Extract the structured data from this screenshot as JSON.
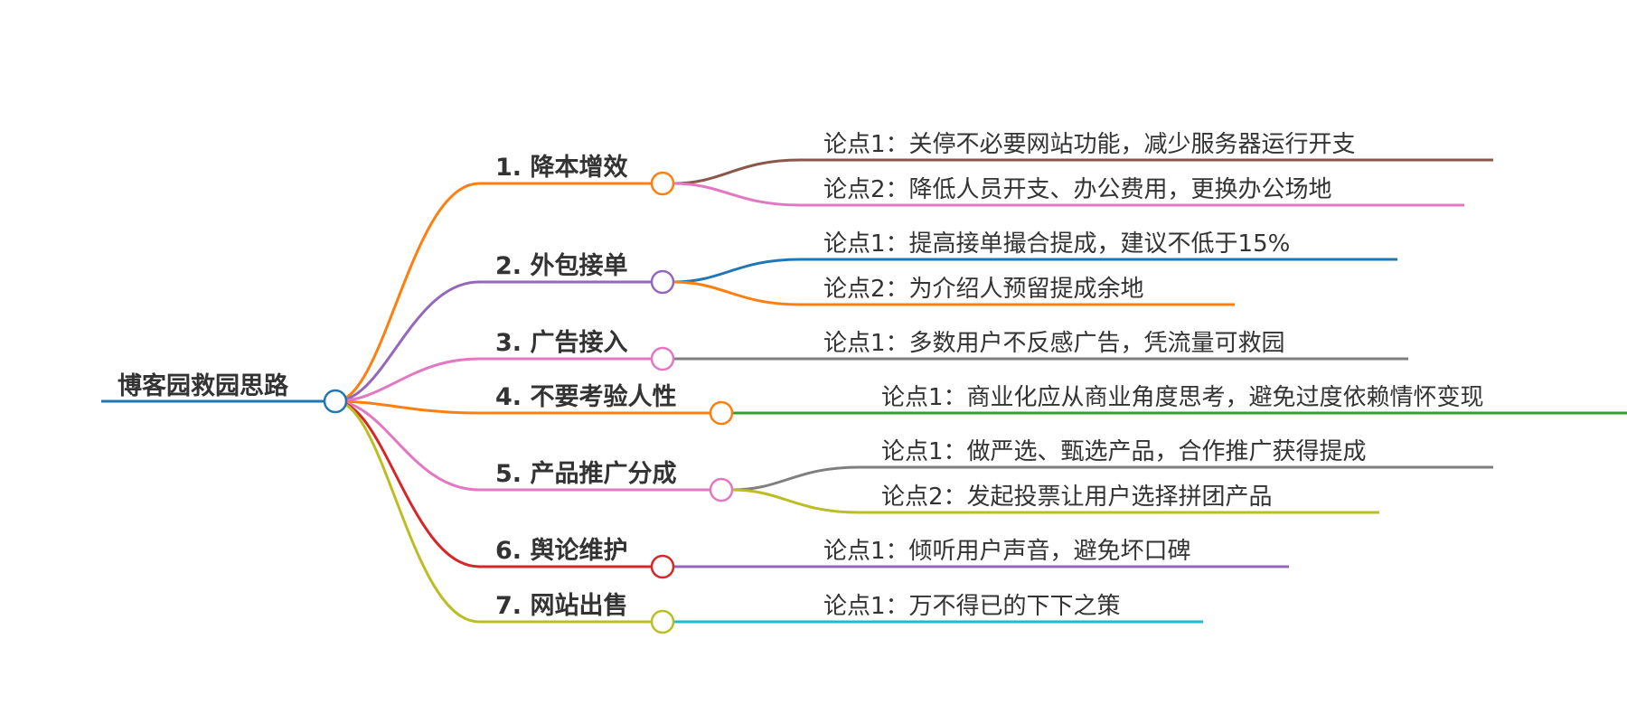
{
  "mindmap": {
    "root": {
      "label": "博客园救园思路",
      "color": "#1f77b4"
    },
    "branches": [
      {
        "label": "1. 降本增效",
        "color": "#ff7f0e",
        "children": [
          {
            "label": "论点1：关停不必要网站功能，减少服务器运行开支",
            "color": "#8c564b"
          },
          {
            "label": "论点2：降低人员开支、办公费用，更换办公场地",
            "color": "#e377c2"
          }
        ]
      },
      {
        "label": "2. 外包接单",
        "color": "#9467bd",
        "children": [
          {
            "label": "论点1：提高接单撮合提成，建议不低于15%",
            "color": "#1f77b4"
          },
          {
            "label": "论点2：为介绍人预留提成余地",
            "color": "#ff7f0e"
          }
        ]
      },
      {
        "label": "3. 广告接入",
        "color": "#e377c2",
        "children": [
          {
            "label": "论点1：多数用户不反感广告，凭流量可救园",
            "color": "#7f7f7f"
          }
        ]
      },
      {
        "label": "4. 不要考验人性",
        "color": "#ff7f0e",
        "children": [
          {
            "label": "论点1：商业化应从商业角度思考，避免过度依赖情怀变现",
            "color": "#2ca02c"
          }
        ]
      },
      {
        "label": "5. 产品推广分成",
        "color": "#e377c2",
        "children": [
          {
            "label": "论点1：做严选、甄选产品，合作推广获得提成",
            "color": "#7f7f7f"
          },
          {
            "label": "论点2：发起投票让用户选择拼团产品",
            "color": "#bcbd22"
          }
        ]
      },
      {
        "label": "6. 舆论维护",
        "color": "#d62728",
        "children": [
          {
            "label": "论点1：倾听用户声音，避免坏口碑",
            "color": "#9467bd"
          }
        ]
      },
      {
        "label": "7. 网站出售",
        "color": "#bcbd22",
        "children": [
          {
            "label": "论点1：万不得已的下下之策",
            "color": "#17becf"
          }
        ]
      }
    ]
  }
}
